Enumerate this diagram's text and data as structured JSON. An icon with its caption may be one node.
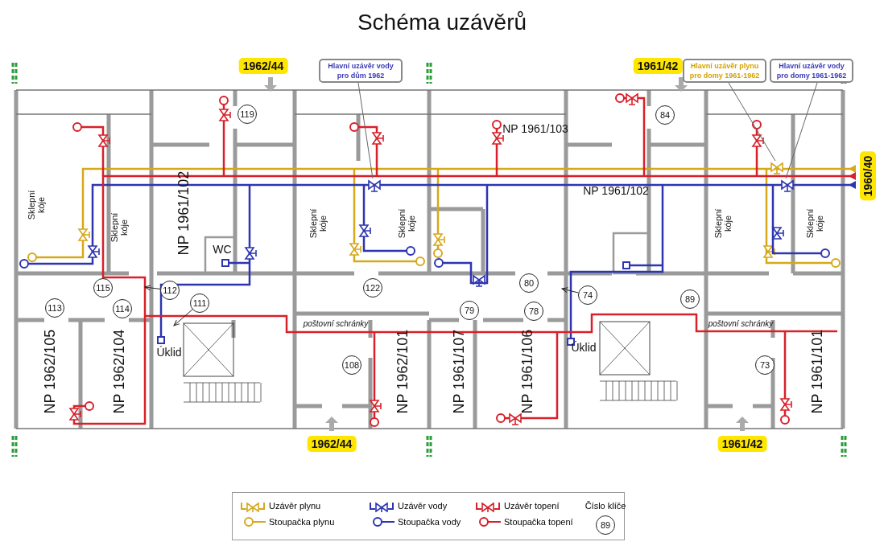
{
  "diagram": {
    "title": "Schéma uzávěrů",
    "nodes": [
      {
        "text": [
          "Hlavní uzávěr vody pro dům 1962"
        ]
      },
      {
        "text": [],
        "shape": "picture"
      },
      {
        "text": [
          "Hlavní uzávěr plynu pro domy 1961-1962"
        ]
      },
      {
        "text": [
          "Hlavní uzávěr vody pro domy 1961-1962"
        ]
      },
      {
        "text": [],
        "shape": "picture"
      },
      {
        "text": [],
        "shape": "picture"
      },
      {
        "text": [
          "112"
        ]
      },
      {
        "text": [
          "111"
        ]
      },
      {
        "text": [
          "74"
        ]
      }
    ],
    "edges": [
      {
        "from": 0,
        "to": 1,
        "arrow": "none"
      },
      {
        "from": 2,
        "to": 4,
        "arrow": "none"
      },
      {
        "from": 3,
        "to": 5,
        "arrow": "none"
      },
      {
        "from": 6,
        "to": null,
        "arrow": "to"
      },
      {
        "from": 7,
        "to": null,
        "arrow": "to"
      },
      {
        "from": 8,
        "to": null,
        "arrow": "to"
      }
    ],
    "labels": [
      "1962/44",
      "1961/42",
      "119",
      "84",
      "NP 1961/103",
      "1960/40",
      "Sklepní kóje",
      "Sklepní kóje",
      "NP 1961/102",
      "Sklepní kóje",
      "Sklepní kóje",
      "NP 1961/102",
      "Sklepní kóje",
      "Sklepní kóje",
      "WC",
      "115",
      "122",
      "80",
      "113",
      "114",
      "79",
      "78",
      "89",
      "poštovní schránky",
      "poštovní schránky",
      "Úklid",
      "Úklid",
      "108",
      "73",
      "NP 1962/105",
      "NP 1962/104",
      "NP 1962/101",
      "NP 1961/107",
      "NP 1961/106",
      "NP 1961/101",
      "1962/44",
      "1961/42",
      "89"
    ],
    "legend": [
      {
        "text": "Uzávěr plynu"
      },
      {
        "text": "Uzávěr vody"
      },
      {
        "text": "Uzávěr topení"
      },
      {
        "text": "Číslo klíče"
      },
      {
        "text": "Stoupačka plynu"
      },
      {
        "text": "Stoupačka vody"
      },
      {
        "text": "Stoupačka topení"
      }
    ]
  }
}
